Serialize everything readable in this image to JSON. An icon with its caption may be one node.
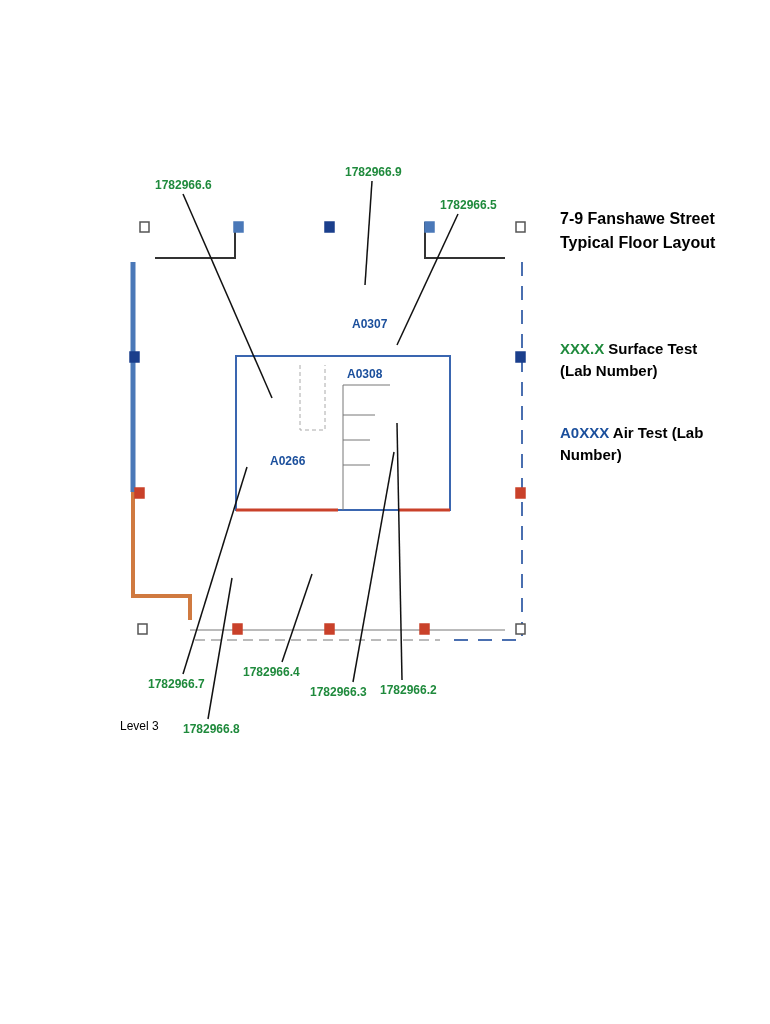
{
  "diagram": {
    "title": "7-9 Fanshawe Street Typical Floor Layout",
    "nodes": [
      {
        "text": [
          "1782966.6"
        ]
      },
      {
        "text": [
          "1782966.9"
        ]
      },
      {
        "text": [
          "1782966.5"
        ]
      },
      {
        "text": [
          "1782966.7"
        ]
      },
      {
        "text": [
          "1782966.4"
        ]
      },
      {
        "text": [
          "1782966.3"
        ]
      },
      {
        "text": [
          "1782966.2"
        ]
      },
      {
        "text": [
          "1782966.8"
        ]
      }
    ],
    "edges": [
      {
        "from": 0,
        "to": null,
        "arrow": "none"
      },
      {
        "from": 1,
        "to": null,
        "arrow": "none"
      },
      {
        "from": 2,
        "to": null,
        "arrow": "none"
      },
      {
        "from": 3,
        "to": null,
        "arrow": "none"
      },
      {
        "from": 4,
        "to": null,
        "arrow": "none"
      },
      {
        "from": 5,
        "to": null,
        "arrow": "none"
      },
      {
        "from": 6,
        "to": null,
        "arrow": "none"
      },
      {
        "from": 7,
        "to": null,
        "arrow": "none"
      }
    ],
    "labels": [
      "A0307",
      "A0308",
      "A0266",
      "Level 3"
    ],
    "legend": [
      {
        "text": "XXX.X Surface Test (Lab Number)",
        "color": "#1f8a3c"
      },
      {
        "text": "A0XXX Air Test (Lab Number)",
        "color": "#1b4f9c"
      }
    ]
  }
}
